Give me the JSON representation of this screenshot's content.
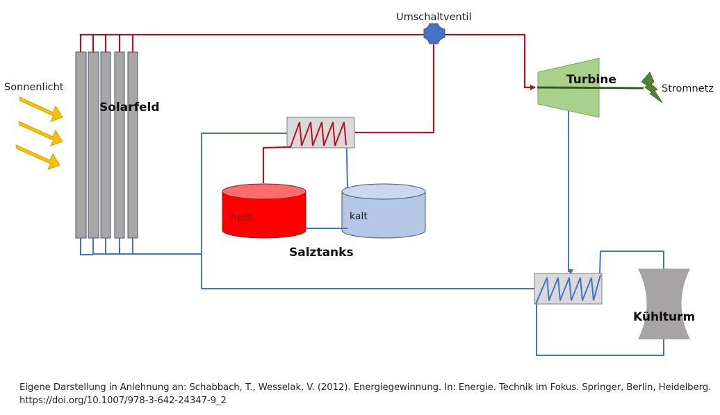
{
  "diagram": {
    "title": "Solarthermisches Kraftwerk mit Salzspeicher",
    "labels": {
      "sunlight": "Sonnenlicht",
      "solar_field": "Solarfeld",
      "valve": "Umschaltventil",
      "turbine": "Turbine",
      "grid": "Stromnetz",
      "hot_tank": "heiß",
      "cold_tank": "kalt",
      "salt_tanks": "Salztanks",
      "cooling_tower": "Kühlturm"
    },
    "components": [
      {
        "id": "solar-field",
        "type": "collector-array",
        "label": "Solarfeld",
        "collector_count": 5
      },
      {
        "id": "valve",
        "type": "switching-valve",
        "label": "Umschaltventil"
      },
      {
        "id": "turbine",
        "type": "turbine",
        "label": "Turbine"
      },
      {
        "id": "grid",
        "type": "power-grid",
        "label": "Stromnetz"
      },
      {
        "id": "storage-heat-exchanger",
        "type": "heat-exchanger"
      },
      {
        "id": "hot-tank",
        "type": "tank",
        "label": "heiß"
      },
      {
        "id": "cold-tank",
        "type": "tank",
        "label": "kalt"
      },
      {
        "id": "condenser",
        "type": "heat-exchanger"
      },
      {
        "id": "cooling-tower",
        "type": "cooling-tower",
        "label": "Kühlturm"
      }
    ],
    "connections": [
      {
        "from": "solar-field",
        "to": "valve",
        "medium": "hot"
      },
      {
        "from": "valve",
        "to": "turbine",
        "medium": "hot"
      },
      {
        "from": "valve",
        "to": "storage-heat-exchanger",
        "medium": "hot"
      },
      {
        "from": "storage-heat-exchanger",
        "to": "hot-tank",
        "medium": "hot"
      },
      {
        "from": "storage-heat-exchanger",
        "to": "cold-tank",
        "medium": "cold"
      },
      {
        "from": "hot-tank",
        "to": "cold-tank",
        "medium": "cold"
      },
      {
        "from": "turbine",
        "to": "condenser",
        "medium": "cold"
      },
      {
        "from": "condenser",
        "to": "solar-field",
        "medium": "cold"
      },
      {
        "from": "storage-heat-exchanger",
        "to": "solar-field",
        "medium": "cold"
      },
      {
        "from": "condenser",
        "to": "cooling-tower",
        "medium": "cold"
      },
      {
        "from": "turbine",
        "to": "grid",
        "medium": "electric"
      }
    ],
    "colors": {
      "hot_line": "#b0141e",
      "cold_line": "#4472c4",
      "collector": "#a9a6a6",
      "collector_border": "#44546a",
      "sun_arrow": "#ffc000",
      "sun_arrow_border": "#c9a200",
      "valve": "#4472c4",
      "turbine": "#a9d18e",
      "turbine_shaft": "#385723",
      "lightning": "#548235",
      "hot_tank": "#ff0000",
      "hot_tank_top": "#ff6b6b",
      "cold_tank": "#b4c7e7",
      "cold_tank_top": "#cad8ef",
      "heat_exchanger": "#d9d9d9",
      "cooling_tower": "#a6a4a4"
    }
  },
  "caption": {
    "line1": "Eigene Darstellung in Anlehnung  an: Schabbach, T., Wesselak, V. (2012). Energiegewinnung. In: Energie. Technik im Fokus. Springer,  Berlin, Heidelberg.",
    "line2": "https://doi.org/10.1007/978-3-642-24347-9_2"
  }
}
